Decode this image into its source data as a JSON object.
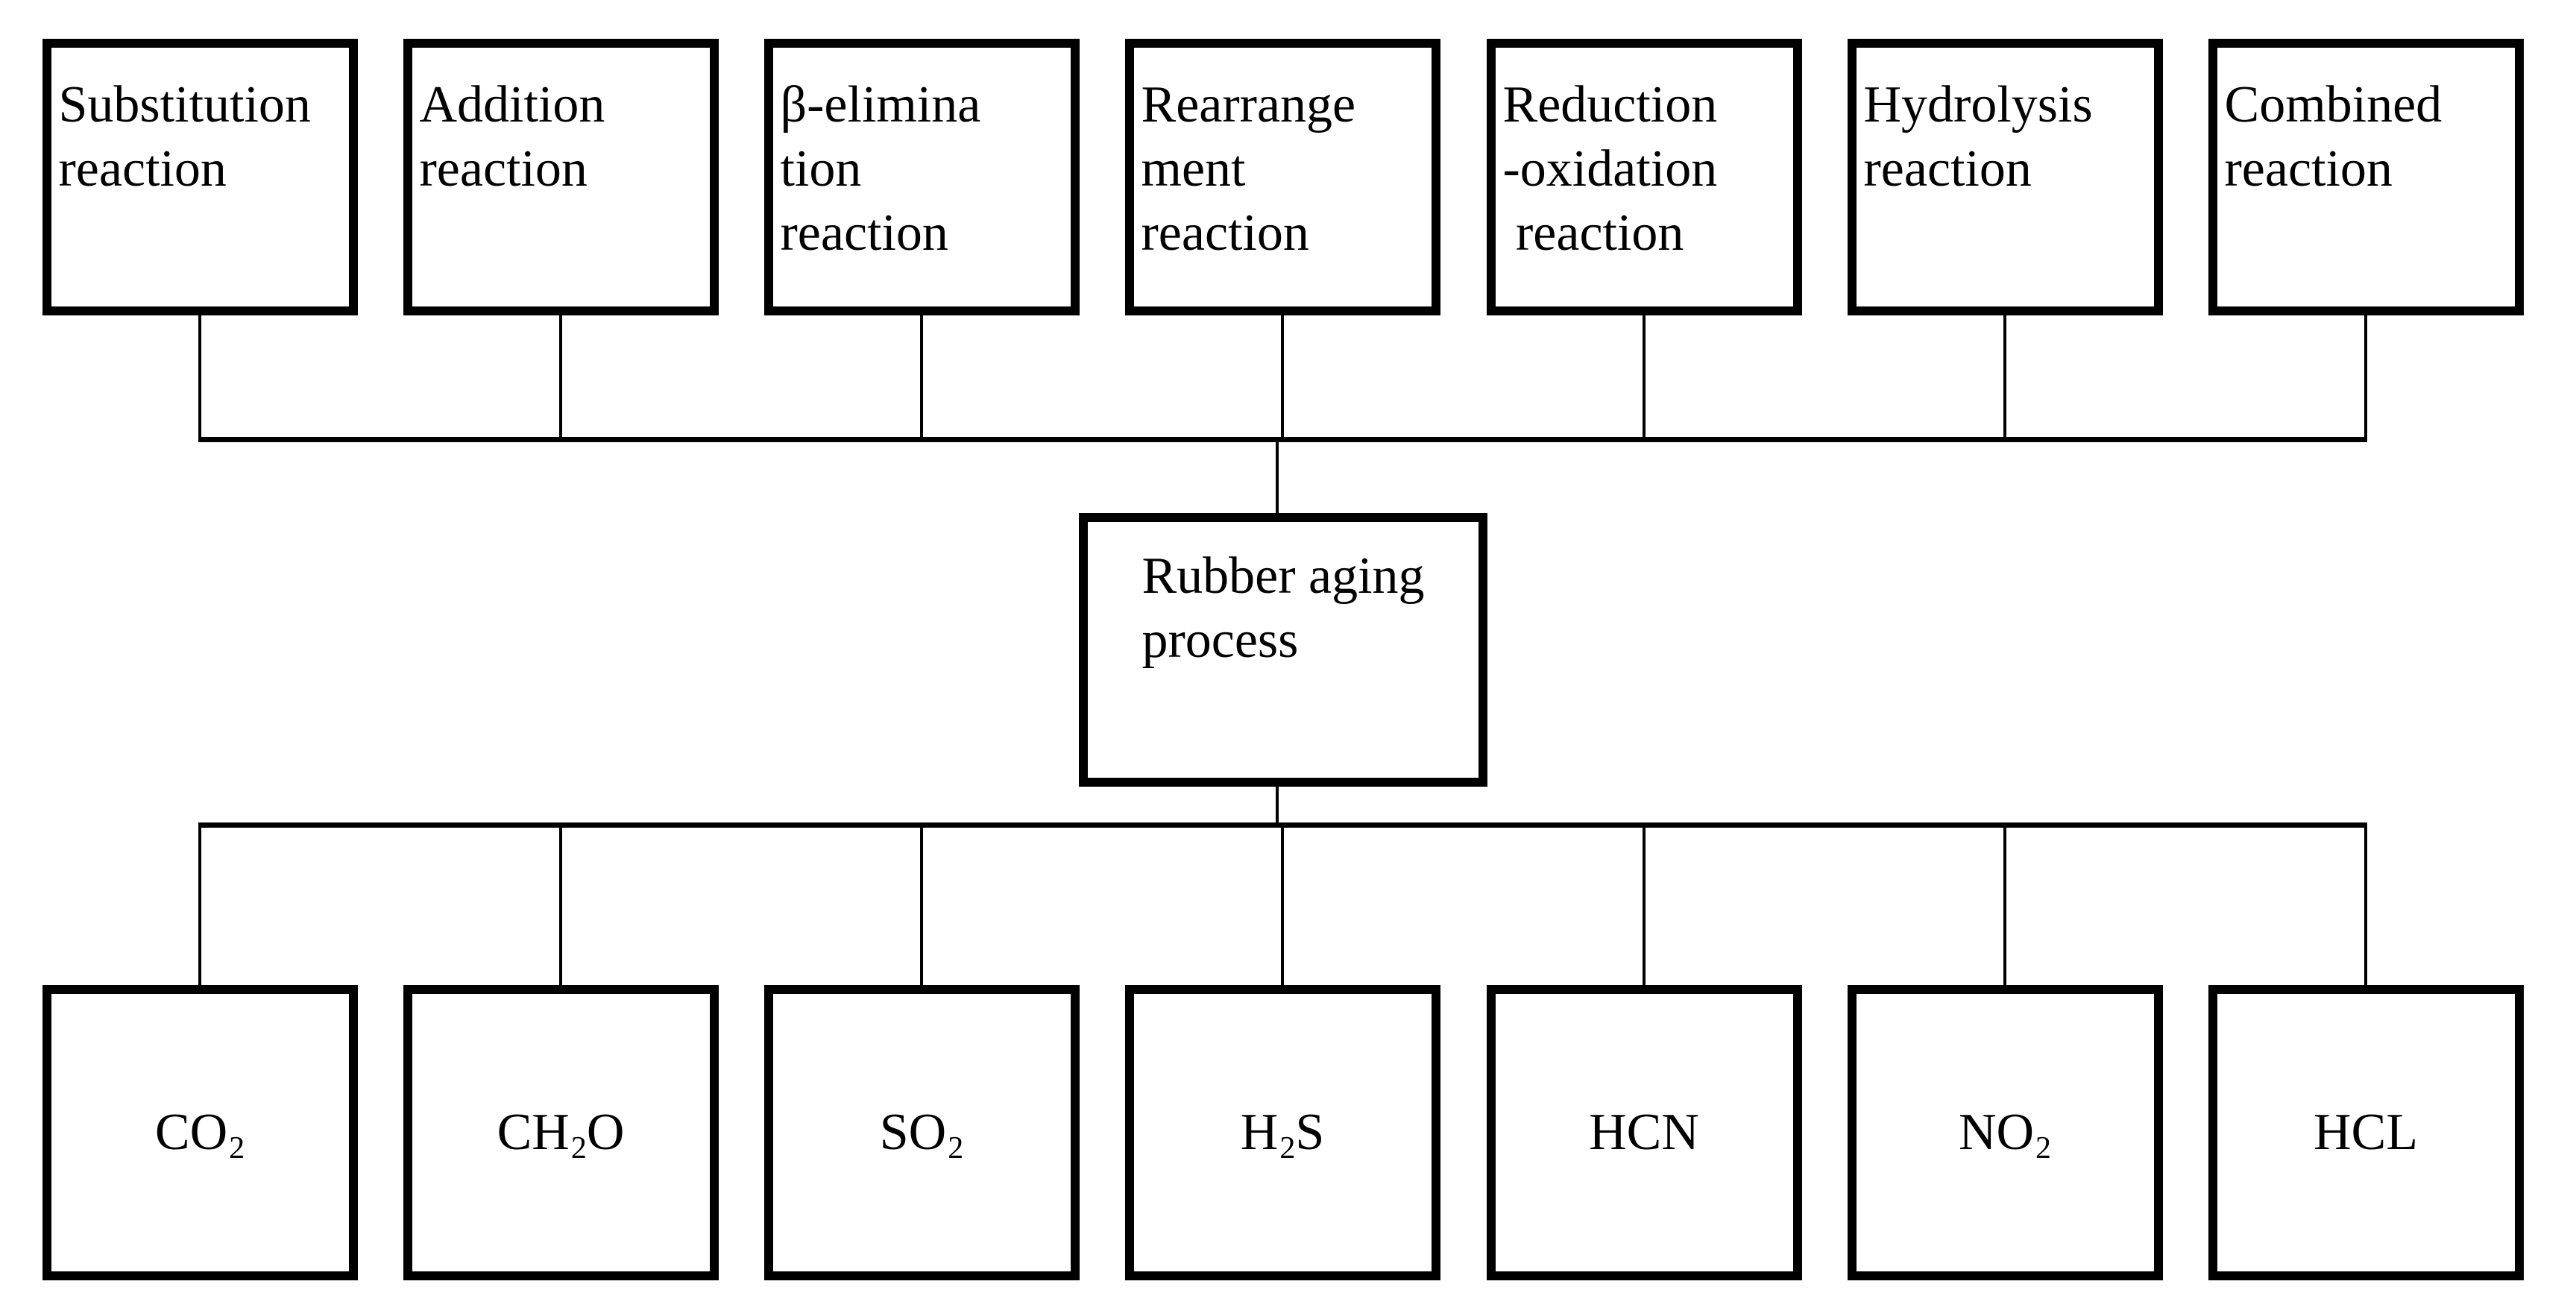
{
  "diagram": {
    "colors": {
      "background": "#ffffff",
      "line": "#000000",
      "text": "#000000"
    },
    "top_row": [
      {
        "id": "substitution-reaction",
        "label": "Substitution\nreaction"
      },
      {
        "id": "addition-reaction",
        "label": "Addition\nreaction"
      },
      {
        "id": "beta-elimination-reaction",
        "label": "β-elimina\ntion\nreaction"
      },
      {
        "id": "rearrangement-reaction",
        "label": "Rearrange\nment\nreaction"
      },
      {
        "id": "reduction-oxidation-reaction",
        "label": "Reduction\n-oxidation\n reaction"
      },
      {
        "id": "hydrolysis-reaction",
        "label": "Hydrolysis\nreaction"
      },
      {
        "id": "combined-reaction",
        "label": "Combined\nreaction"
      }
    ],
    "center": {
      "id": "rubber-aging-process",
      "label": "Rubber aging\nprocess"
    },
    "bottom_row": [
      {
        "id": "co2",
        "segments": [
          {
            "text": "CO"
          },
          {
            "sub": "2"
          }
        ]
      },
      {
        "id": "ch2o",
        "segments": [
          {
            "text": "CH"
          },
          {
            "sub": "2"
          },
          {
            "text": "O"
          }
        ]
      },
      {
        "id": "so2",
        "segments": [
          {
            "text": "SO"
          },
          {
            "sub": "2"
          }
        ]
      },
      {
        "id": "h2s",
        "segments": [
          {
            "text": "H"
          },
          {
            "sub": "2"
          },
          {
            "text": "S"
          }
        ]
      },
      {
        "id": "hcn",
        "segments": [
          {
            "text": "HCN"
          }
        ]
      },
      {
        "id": "no2",
        "segments": [
          {
            "text": "NO"
          },
          {
            "sub": "2"
          }
        ]
      },
      {
        "id": "hcl",
        "segments": [
          {
            "text": "HCL"
          }
        ]
      }
    ]
  }
}
